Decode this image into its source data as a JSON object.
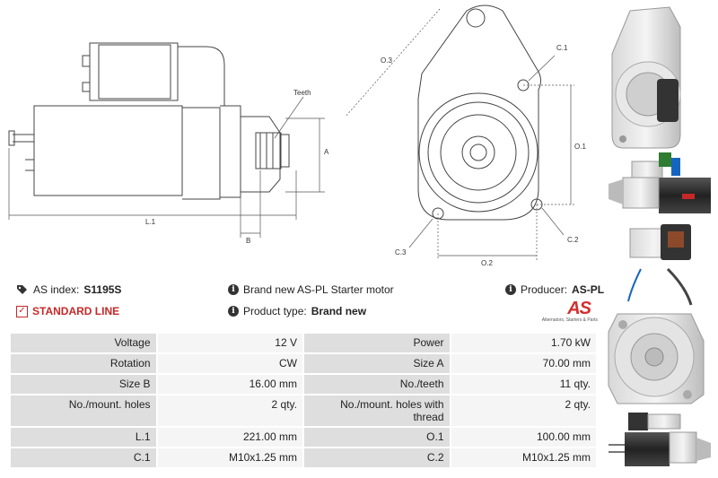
{
  "diagram_labels": {
    "teeth": "Teeth",
    "a": "A",
    "b": "B",
    "l1": "L.1",
    "o1": "O.1",
    "o2": "O.2",
    "o3": "O.3",
    "c1": "C.1",
    "c2": "C.2",
    "c3": "C.3"
  },
  "info": {
    "as_index_label": "AS index:",
    "as_index_value": "S1195S",
    "standard_line": "STANDARD LINE",
    "brand_text": "Brand new AS-PL Starter motor",
    "product_type_label": "Product type:",
    "product_type_value": "Brand new",
    "producer_label": "Producer:",
    "producer_value": "AS-PL"
  },
  "logo": {
    "mark": "AS",
    "tagline": "Alternators, Starters & Parts"
  },
  "specs": [
    [
      {
        "label": "Voltage",
        "value": "12 V"
      },
      {
        "label": "Power",
        "value": "1.70 kW"
      }
    ],
    [
      {
        "label": "Rotation",
        "value": "CW"
      },
      {
        "label": "Size A",
        "value": "70.00 mm"
      }
    ],
    [
      {
        "label": "Size B",
        "value": "16.00 mm"
      },
      {
        "label": "No./teeth",
        "value": "11 qty."
      }
    ],
    [
      {
        "label": "No./mount. holes",
        "value": "2 qty."
      },
      {
        "label": "No./mount. holes with thread",
        "value": "2 qty."
      }
    ],
    [
      {
        "label": "L.1",
        "value": "221.00 mm"
      },
      {
        "label": "O.1",
        "value": "100.00 mm"
      }
    ],
    [
      {
        "label": "C.1",
        "value": "M10x1.25 mm"
      },
      {
        "label": "C.2",
        "value": "M10x1.25 mm"
      }
    ]
  ],
  "colors": {
    "accent": "#c62828",
    "label_cell": "#dedede",
    "value_cell": "#f5f5f5"
  }
}
